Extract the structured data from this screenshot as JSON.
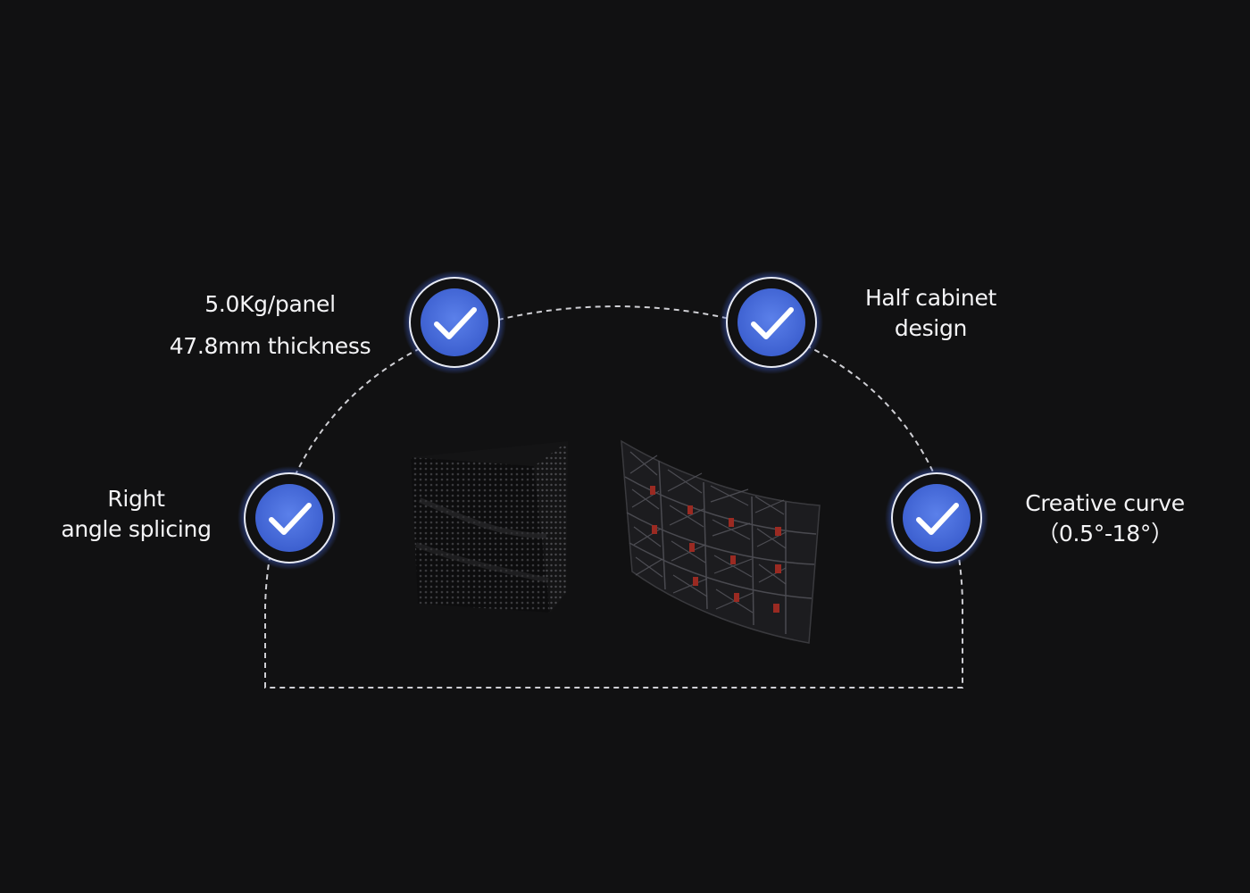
{
  "colors": {
    "background": "#111112",
    "dashed_path": "#cfcfd4",
    "badge_fill": "#4a6fdc",
    "badge_ring": "#e8ebf5",
    "badge_glow": "#3c5cc8",
    "check_mark": "#ffffff",
    "text": "#f4f4f6"
  },
  "icons": {
    "badge": "check-circle-icon"
  },
  "features": [
    {
      "id": "weight",
      "lines": [
        "5.0Kg/panel",
        "47.8mm thickness"
      ]
    },
    {
      "id": "half",
      "lines": [
        "Half cabinet",
        "design"
      ]
    },
    {
      "id": "right",
      "lines": [
        "Right",
        "angle splicing"
      ]
    },
    {
      "id": "curve",
      "lines": [
        "Creative curve",
        "（0.5°-18°）"
      ]
    }
  ],
  "images": [
    {
      "id": "right-angle-cabinet",
      "description_icon": "led-cube-corner-icon"
    },
    {
      "id": "curved-cabinet-array",
      "description_icon": "led-curved-wall-icon"
    }
  ]
}
